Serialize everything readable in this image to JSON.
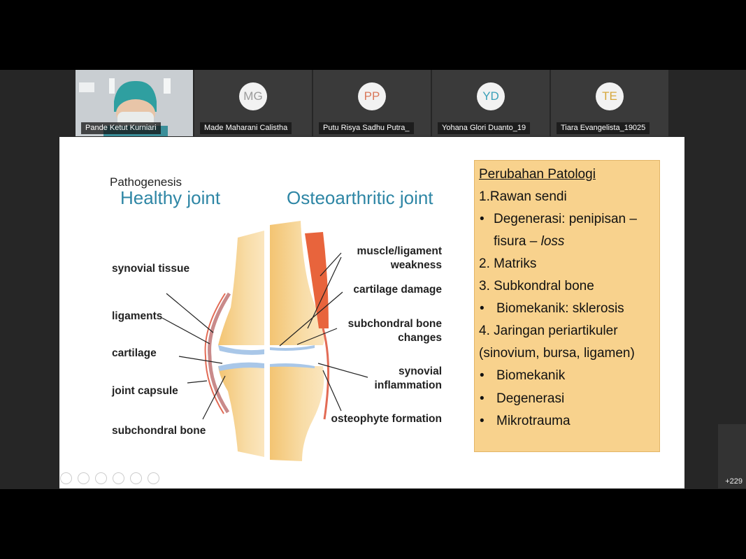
{
  "participants": [
    {
      "name": "Pande Ketut Kurniari",
      "initials": "",
      "color": "#ffffff"
    },
    {
      "name": "Made Maharani Calistha",
      "initials": "MG",
      "color": "#9b9b9b"
    },
    {
      "name": "Putu Risya Sadhu Putra_",
      "initials": "PP",
      "color": "#d9785a"
    },
    {
      "name": "Yohana Glori Duanto_19",
      "initials": "YD",
      "color": "#3aa0b8"
    },
    {
      "name": "Tiara Evangelista_19025",
      "initials": "TE",
      "color": "#d6a63a"
    }
  ],
  "slide": {
    "pathogenesis": "Pathogenesis",
    "healthy_title": "Healthy joint",
    "oa_title": "Osteoarthritic joint",
    "left_labels": {
      "synovial_tissue": "synovial tissue",
      "ligaments": "ligaments",
      "cartilage": "cartilage",
      "joint_capsule": "joint capsule",
      "subchondral_bone": "subchondral bone"
    },
    "right_labels": {
      "muscle1": "muscle/ligament",
      "muscle2": "weakness",
      "cartilage_damage": "cartilage damage",
      "subchondral1": "subchondral bone",
      "subchondral2": "changes",
      "synovial1": "synovial",
      "synovial2": "inflammation",
      "osteophyte": "osteophyte formation"
    },
    "panel": {
      "title": "Perubahan Patologi",
      "line1": "1.Rawan sendi",
      "b1a": "Degenerasi: penipisan –",
      "b1b_text": "fisura – ",
      "b1b_italic": "loss",
      "line2": "2. Matriks",
      "line3": "3. Subkondral bone",
      "b3": "Biomekanik: sklerosis",
      "line4": "4. Jaringan periartikuler",
      "line4b": "(sinovium, bursa, ligamen)",
      "b4a": "Biomekanik",
      "b4b": "Degenerasi",
      "b4c": "Mikrotrauma"
    }
  },
  "more_participants": "+229"
}
